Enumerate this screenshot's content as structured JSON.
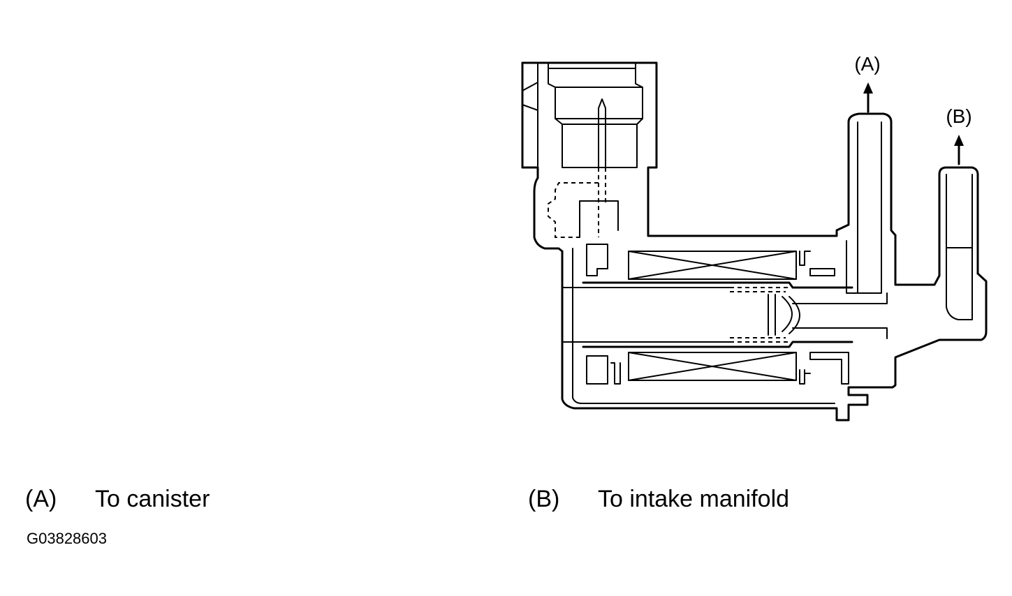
{
  "diagram": {
    "callout_a": "(A)",
    "callout_b": "(B)"
  },
  "legend": [
    {
      "key": "(A)",
      "text": "To canister"
    },
    {
      "key": "(B)",
      "text": "To intake manifold"
    }
  ],
  "figure_code": "G03828603",
  "colors": {
    "line": "#000000",
    "background": "#ffffff"
  }
}
